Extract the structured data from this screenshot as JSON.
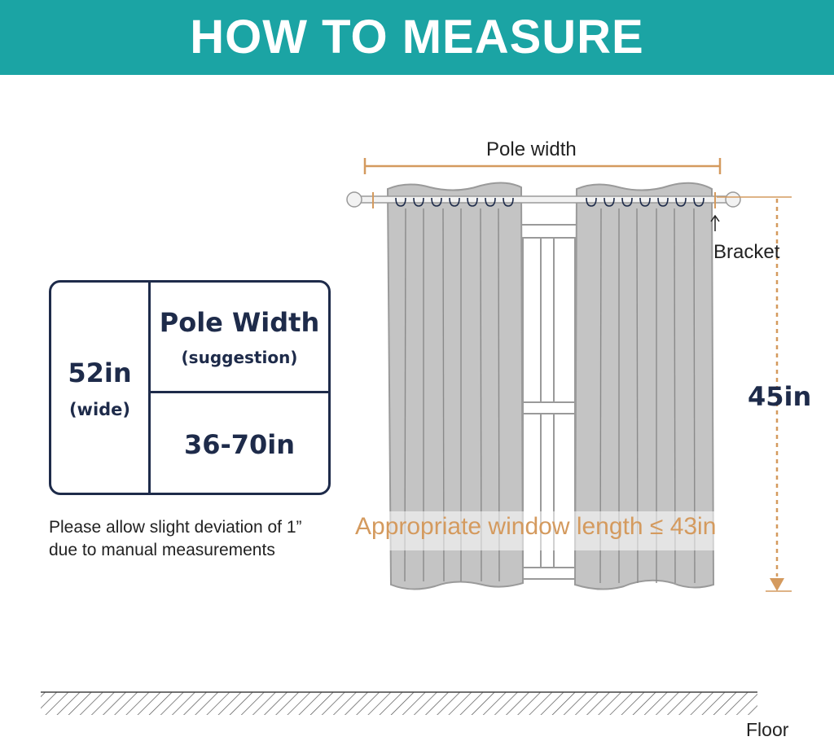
{
  "header": {
    "title": "HOW TO MEASURE"
  },
  "size_table": {
    "width_value": "52in",
    "width_note": "(wide)",
    "pole_header": "Pole Width",
    "pole_header_note": "(suggestion)",
    "pole_range": "36-70in"
  },
  "note": {
    "line1": "Please allow slight deviation of 1”",
    "line2": "due to manual measurements"
  },
  "diagram": {
    "pole_width_label": "Pole width",
    "bracket_label": "Bracket",
    "length_value": "45in",
    "window_length_text": "Appropriate window length ≤ 43in",
    "floor_label": "Floor"
  },
  "colors": {
    "banner": "#1ba4a4",
    "accent": "#d49a5e",
    "navy": "#1e2b4a",
    "curtain": "#c4c4c4",
    "curtain_border": "#9a9a9a"
  }
}
